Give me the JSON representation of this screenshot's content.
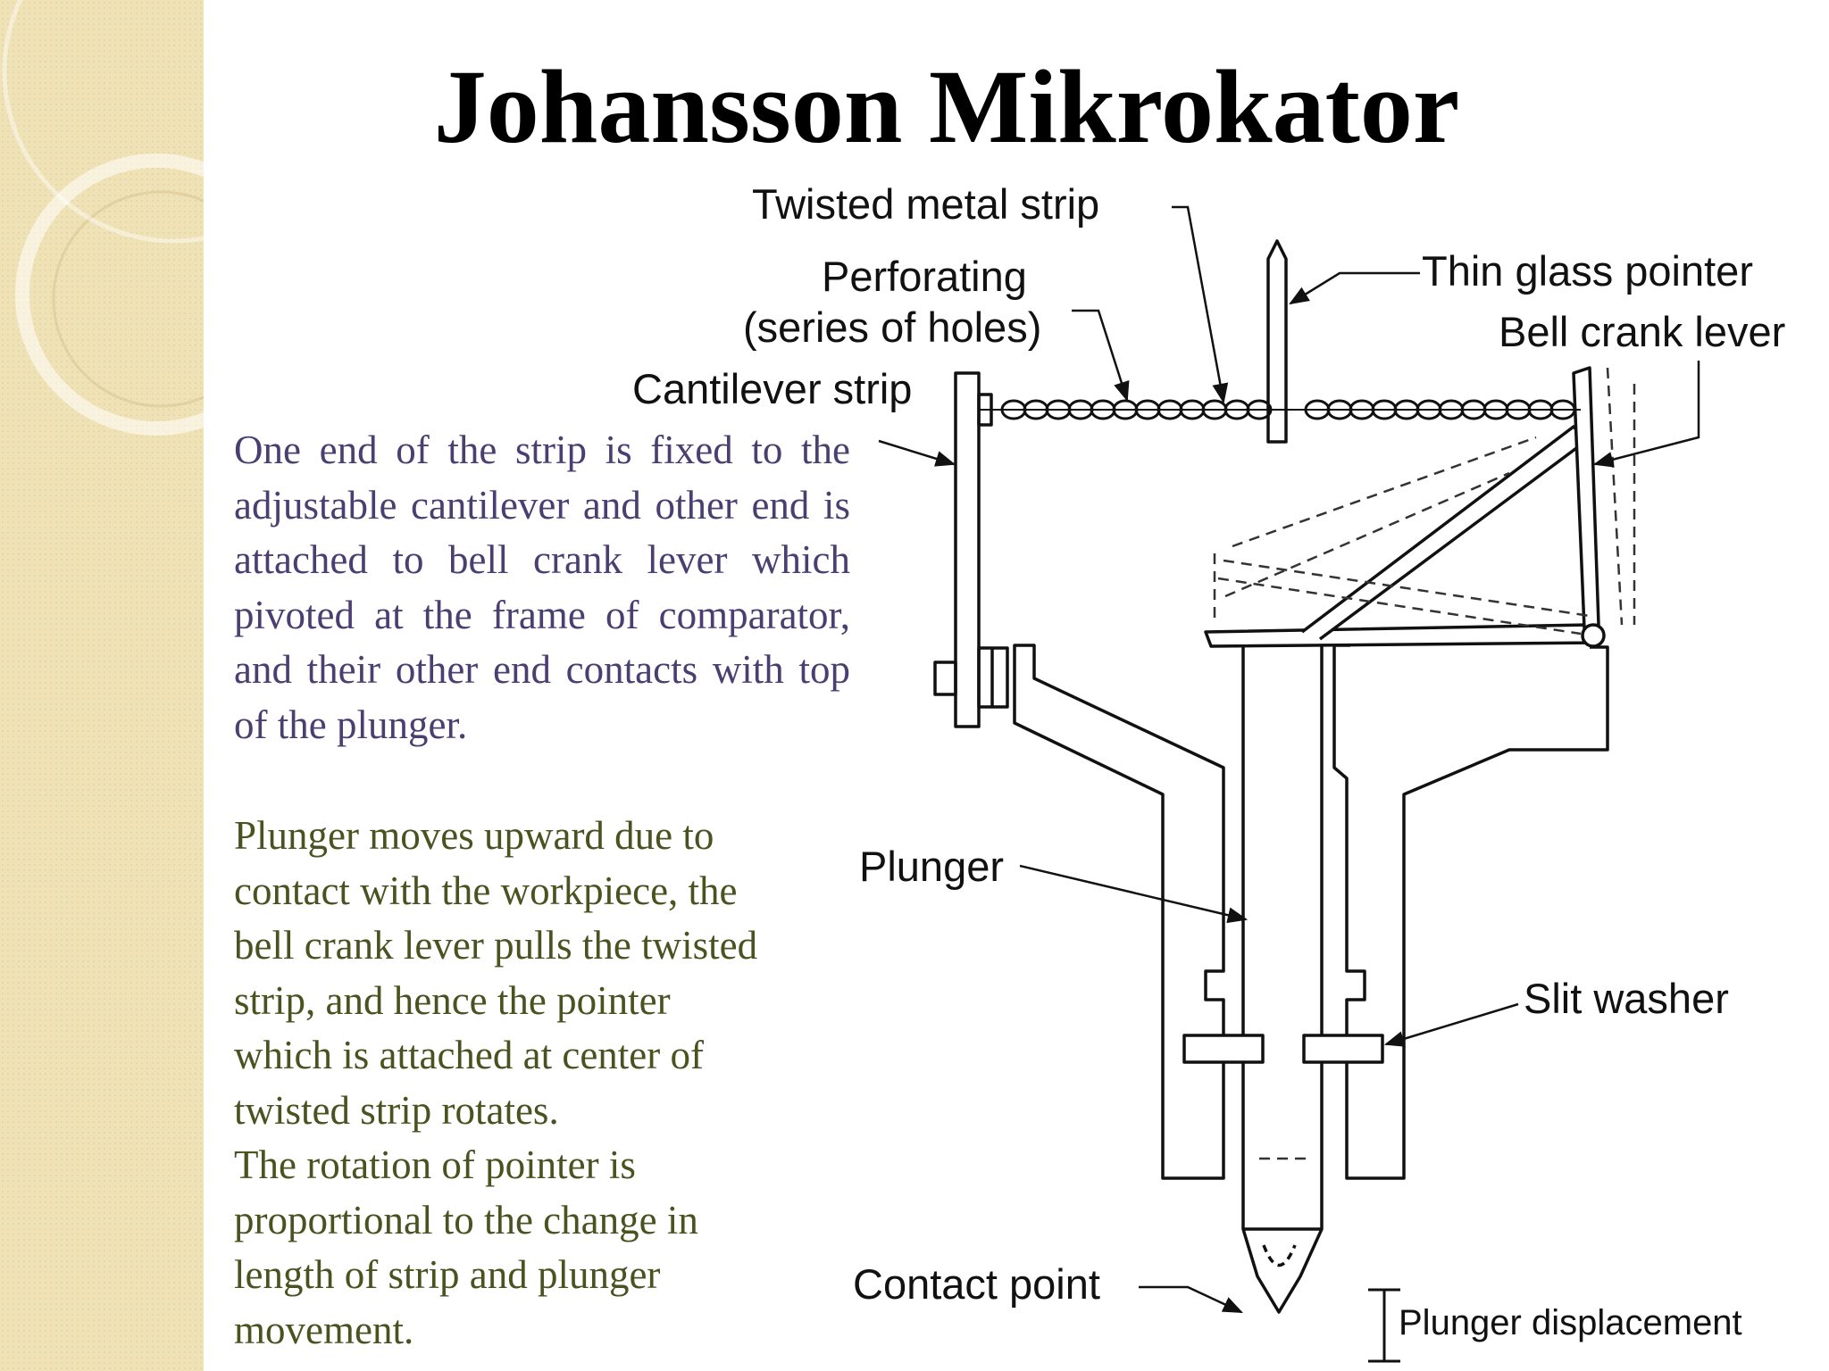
{
  "title": "Johansson Mikrokator",
  "para1": "One end of the strip is fixed to the adjustable cantilever and other end is attached to bell crank lever which pivoted at the frame of comparator, and their other end contacts with top of the plunger.",
  "para2_lines": [
    "Plunger moves upward due to",
    "contact with the workpiece, the",
    "bell crank lever pulls the twisted",
    "strip, and hence the pointer",
    "which is attached at center of",
    "twisted strip rotates.",
    "The rotation of pointer is",
    "proportional to the change in",
    "length of strip and plunger",
    "movement."
  ],
  "labels": {
    "twisted_strip": "Twisted metal strip",
    "perforating_1": "Perforating",
    "perforating_2": "(series of holes)",
    "cantilever": "Cantilever strip",
    "glass_pointer": "Thin glass pointer",
    "bell_crank": "Bell crank lever",
    "plunger": "Plunger",
    "slit_washer": "Slit washer",
    "contact_point": "Contact point",
    "plunger_displacement": "Plunger displacement"
  },
  "colors": {
    "sidebar": "#efe2b6",
    "para1_text": "#4b3f72",
    "para2_text": "#4a5320"
  }
}
